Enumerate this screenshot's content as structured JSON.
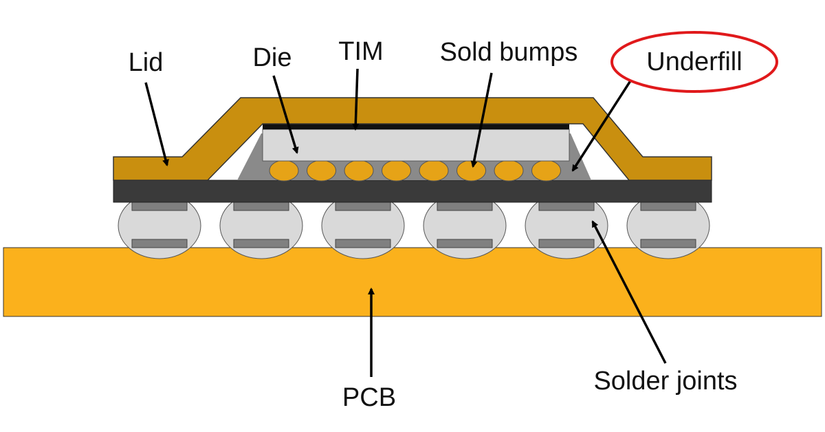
{
  "labels": {
    "lid": "Lid",
    "die": "Die",
    "tim": "TIM",
    "sold_bumps": "Sold bumps",
    "underfill": "Underfill",
    "pcb": "PCB",
    "solder_joints": "Solder joints"
  },
  "highlight": {
    "target": "underfill",
    "color": "#e0191b"
  },
  "colors": {
    "lid": "#c98f0f",
    "substrate": "#3a3a3a",
    "die": "#d9d9d9",
    "tim": "#111111",
    "underfill": "#8a8a8a",
    "bumps": "#e6a317",
    "solder_balls": "#d9d9d9",
    "pads": "#808080",
    "pcb": "#fbb11c",
    "arrows": "#000000"
  }
}
